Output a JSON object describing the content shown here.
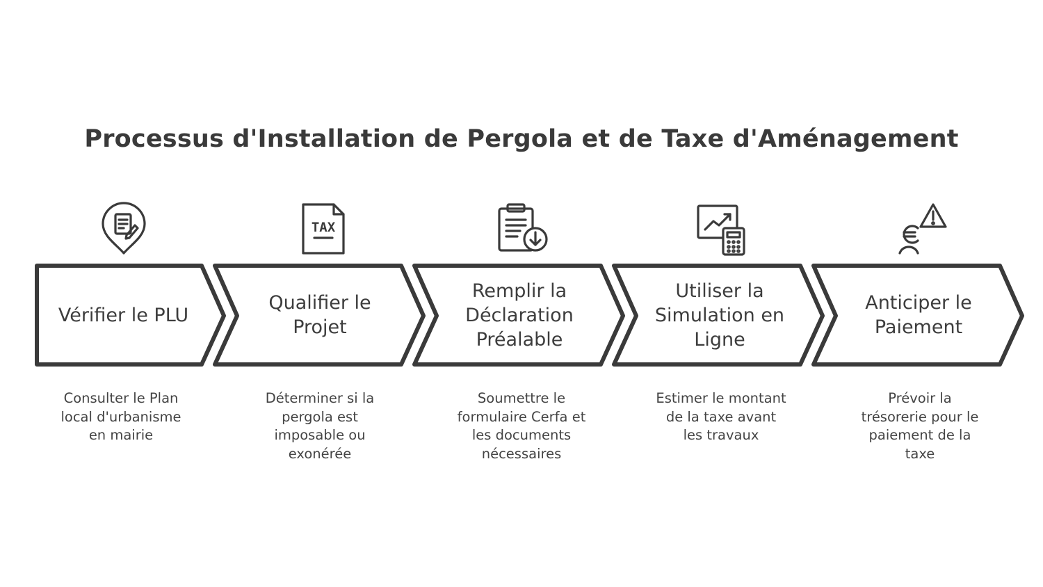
{
  "title": "Processus d'Installation de Pergola et de Taxe d'Aménagement",
  "steps": [
    {
      "label": "Vérifier le PLU",
      "description": "Consulter le Plan\nlocal d'urbanisme\nen mairie",
      "icon": "location-document-icon"
    },
    {
      "label": "Qualifier le\nProjet",
      "description": "Déterminer si la\npergola est\nimposable ou\nexonérée",
      "icon": "tax-document-icon",
      "icon_text": "TAX"
    },
    {
      "label": "Remplir la\nDéclaration\nPréalable",
      "description": "Soumettre le\nformulaire Cerfa et\nles documents\nnécessaires",
      "icon": "clipboard-download-icon"
    },
    {
      "label": "Utiliser la\nSimulation en\nLigne",
      "description": "Estimer le montant\nde la taxe avant\nles travaux",
      "icon": "chart-calculator-icon"
    },
    {
      "label": "Anticiper le\nPaiement",
      "description": "Prévoir la\ntrésorerie pour le\npaiement de la\ntaxe",
      "icon": "euro-person-warning-icon"
    }
  ],
  "colors": {
    "stroke": "#3a3a3a",
    "text": "#3d3d3d",
    "background": "#ffffff"
  }
}
